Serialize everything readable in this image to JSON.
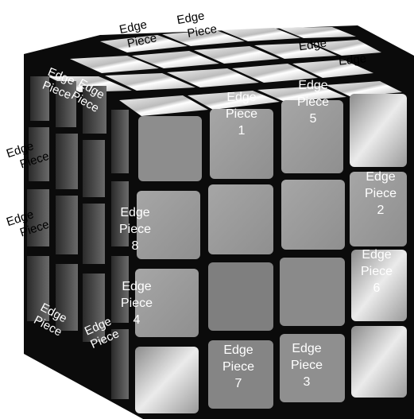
{
  "diagram": {
    "front_face_labels": [
      {
        "id": "edge-1",
        "lines": [
          "Edge",
          "Piece",
          "1"
        ]
      },
      {
        "id": "edge-5",
        "lines": [
          "Edge",
          "Piece",
          "5"
        ]
      },
      {
        "id": "edge-2",
        "lines": [
          "Edge",
          "Piece",
          "2"
        ]
      },
      {
        "id": "edge-8",
        "lines": [
          "Edge",
          "Piece",
          "8"
        ]
      },
      {
        "id": "edge-6",
        "lines": [
          "Edge",
          "Piece",
          "6"
        ]
      },
      {
        "id": "edge-4",
        "lines": [
          "Edge",
          "Piece",
          "4"
        ]
      },
      {
        "id": "edge-7",
        "lines": [
          "Edge",
          "Piece",
          "7"
        ]
      },
      {
        "id": "edge-3",
        "lines": [
          "Edge",
          "Piece",
          "3"
        ]
      }
    ],
    "top_face_labels": [
      {
        "id": "top-edge-a",
        "lines": [
          "Edge",
          "Piece"
        ]
      },
      {
        "id": "top-edge-b",
        "lines": [
          "Edge",
          "Piece"
        ]
      },
      {
        "id": "top-edge-c",
        "lines": [
          "Edge"
        ]
      },
      {
        "id": "top-edge-d",
        "lines": [
          "Edge"
        ]
      }
    ],
    "left_face_labels": [
      {
        "id": "left-edge-a",
        "lines": [
          "Edge",
          "Piece"
        ]
      },
      {
        "id": "left-edge-b",
        "lines": [
          "Edge",
          "Piece"
        ]
      },
      {
        "id": "left-edge-c",
        "lines": [
          "Edge",
          "Piece"
        ]
      },
      {
        "id": "left-edge-d",
        "lines": [
          "Edge",
          "Piece"
        ]
      },
      {
        "id": "left-edge-e",
        "lines": [
          "Edge",
          "Piece"
        ]
      },
      {
        "id": "left-edge-f",
        "lines": [
          "Edge",
          "Piece"
        ]
      }
    ],
    "colors": {
      "body": "#0b0b0b",
      "sticker_light": "#e6e6e6",
      "sticker_mid": "#a9a9a9",
      "sticker_dark": "#7d7d7d",
      "label_text": "#ffffff"
    }
  }
}
